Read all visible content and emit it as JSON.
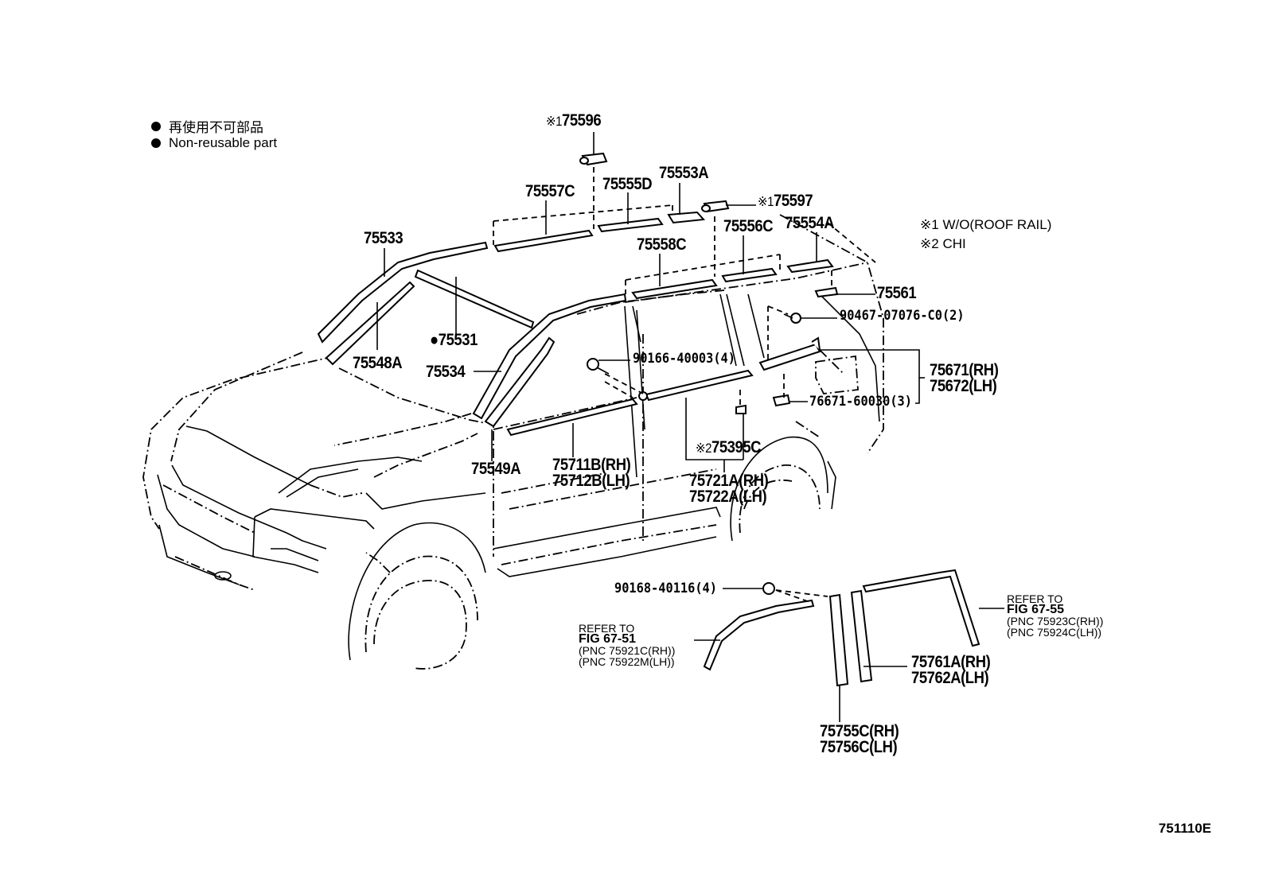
{
  "legend": {
    "items": [
      {
        "icon": "filled-circle-icon",
        "text": "再使用不可部品"
      },
      {
        "icon": "filled-circle-icon",
        "text": "Non-reusable part"
      }
    ]
  },
  "notes": [
    {
      "mark": "※1",
      "text": "W/O(ROOF RAIL)"
    },
    {
      "mark": "※2",
      "text": "CHI"
    }
  ],
  "parts": {
    "p75596": {
      "prefix": "※1",
      "number": "75596"
    },
    "p75597": {
      "prefix": "※1",
      "number": "75597"
    },
    "p75557C": {
      "number": "75557C"
    },
    "p75555D": {
      "number": "75555D"
    },
    "p75553A": {
      "number": "75553A"
    },
    "p75556C": {
      "number": "75556C"
    },
    "p75554A": {
      "number": "75554A"
    },
    "p75558C": {
      "number": "75558C"
    },
    "p75533": {
      "number": "75533"
    },
    "p75531": {
      "prefix": "●",
      "number": "75531"
    },
    "p75548A": {
      "number": "75548A"
    },
    "p75534": {
      "number": "75534"
    },
    "p75561": {
      "number": "75561"
    },
    "p90467": {
      "number": "90467-07076-C0(2)"
    },
    "p90166": {
      "number": "90166-40003(4)"
    },
    "p75671": {
      "rh": "75671(RH)",
      "lh": "75672(LH)"
    },
    "p76671": {
      "number": "76671-60030(3)"
    },
    "p75549A": {
      "number": "75549A"
    },
    "p75711B": {
      "rh": "75711B(RH)",
      "lh": "75712B(LH)"
    },
    "p75395C": {
      "prefix": "※2",
      "number": "75395C"
    },
    "p75721A": {
      "rh": "75721A(RH)",
      "lh": "75722A(LH)"
    },
    "p90168": {
      "number": "90168-40116(4)"
    },
    "p75761A": {
      "rh": "75761A(RH)",
      "lh": "75762A(LH)"
    },
    "p75755C": {
      "rh": "75755C(RH)",
      "lh": "75756C(LH)"
    }
  },
  "references": {
    "fig6751": {
      "line1": "REFER TO",
      "fig": "FIG  67-51",
      "pnc1": "(PNC  75921C(RH))",
      "pnc2": "(PNC  75922M(LH))"
    },
    "fig6755": {
      "line1": "REFER TO",
      "fig": "FIG  67-55",
      "pnc1": "(PNC  75923C(RH))",
      "pnc2": "(PNC  75924C(LH))"
    }
  },
  "figure_code": "751110E"
}
